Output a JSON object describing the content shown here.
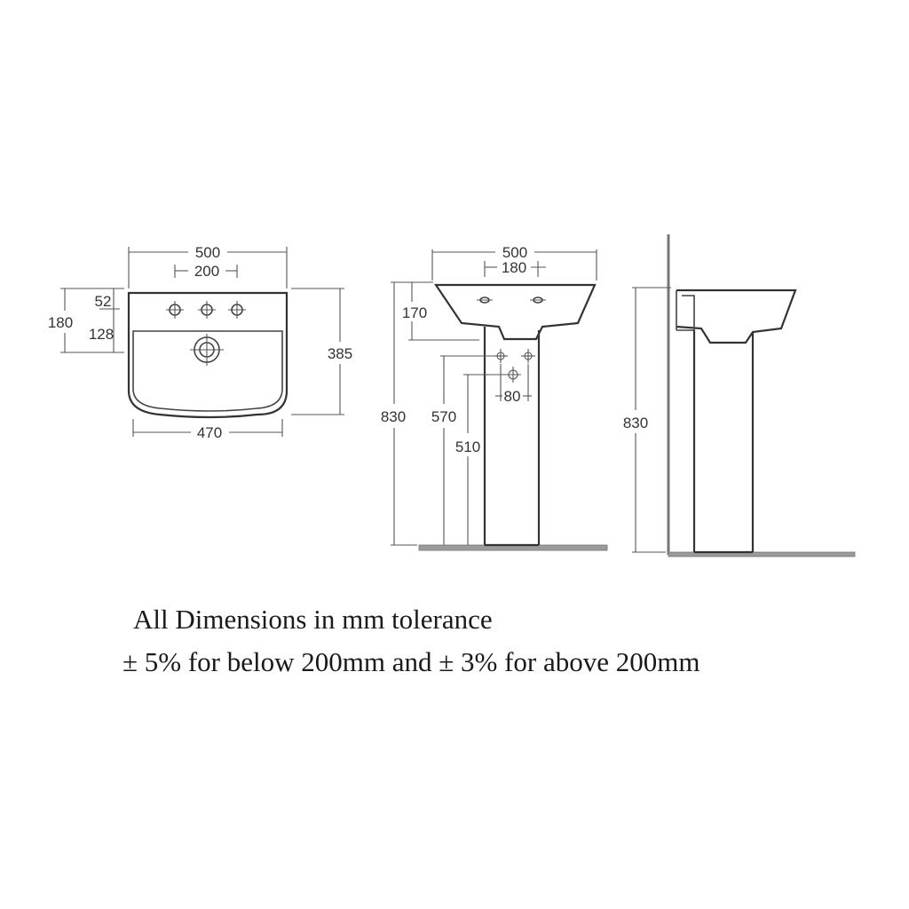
{
  "dimensions": {
    "plan": {
      "overall_width": "500",
      "tap_spacing": "200",
      "tap_offset": "52",
      "tap_to_waste": "128",
      "back_to_waste": "180",
      "depth": "385",
      "bowl_width": "470"
    },
    "front": {
      "overall_width": "500",
      "tap_spacing": "180",
      "basin_height": "170",
      "overall_height": "830",
      "upper_service_height": "570",
      "lower_service_height": "510",
      "service_spacing": "80"
    },
    "side": {
      "overall_height": "830"
    }
  },
  "note": {
    "line1": "All Dimensions in mm tolerance",
    "line2": "± 5% for below 200mm and ± 3% for above 200mm"
  },
  "colors": {
    "line": "#333333",
    "floor": "#9a9a9a",
    "background": "#ffffff"
  }
}
